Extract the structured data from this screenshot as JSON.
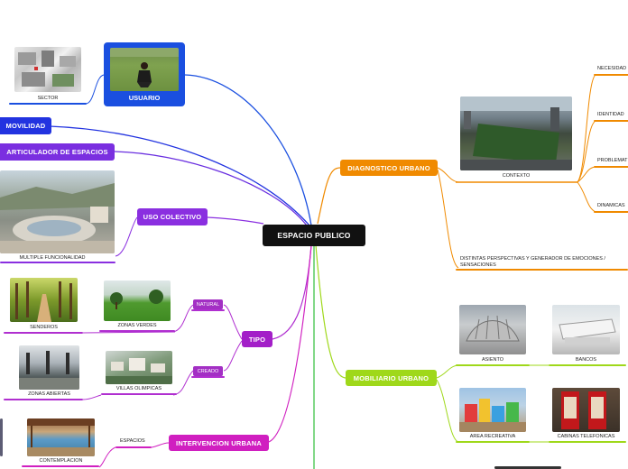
{
  "center": {
    "label": "ESPACIO PUBLICO"
  },
  "left": {
    "usuario": "USUARIO",
    "sector": "SECTOR",
    "movilidad": "MOVILIDAD",
    "articulador": "ARTICULADOR DE ESPACIOS",
    "uso_colectivo": "USO COLECTIVO",
    "multiple": "MULTIPLE FUNCIONALIDAD",
    "tipo": "TIPO",
    "natural": "NATURAL",
    "creado": "CREADO",
    "senderos": "SENDEROS",
    "zonas_verdes": "ZONAS VERDES",
    "zonas_abiertas": "ZONAS ABIERTAS",
    "villas": "VILLAS OLIMPICAS",
    "intervencion": "INTERVENCION URBANA",
    "espacios": "ESPACIOS",
    "contemplacion": "CONTEMPLACION"
  },
  "right": {
    "diagnostico": "DIAGNOSTICO URBANO",
    "contexto": "CONTEXTO",
    "necesidad": "NECESIDAD",
    "identidad": "IDENTIDAD",
    "problemat": "PROBLEMAT",
    "dinamicas": "DINAMICAS",
    "perspectivas": "DISTINTAS PERSPECTIVAS Y GENERADOR DE EMOCIONES / SENSACIONES",
    "mobiliario": "MOBILIARIO URBANO",
    "asiento": "ASIENTO",
    "bancos": "BANCOS",
    "area_recreativa": "AREA RECREATIVA",
    "cabinas": "CABINAS TELEFONICAS"
  },
  "colors": {
    "blue": "#1a4fe0",
    "purple": "#7a2fe0",
    "magenta": "#c51fd0",
    "orange": "#f08a00",
    "lime": "#9fd81a",
    "green": "#2fbf3a",
    "center_bg": "#111111"
  }
}
